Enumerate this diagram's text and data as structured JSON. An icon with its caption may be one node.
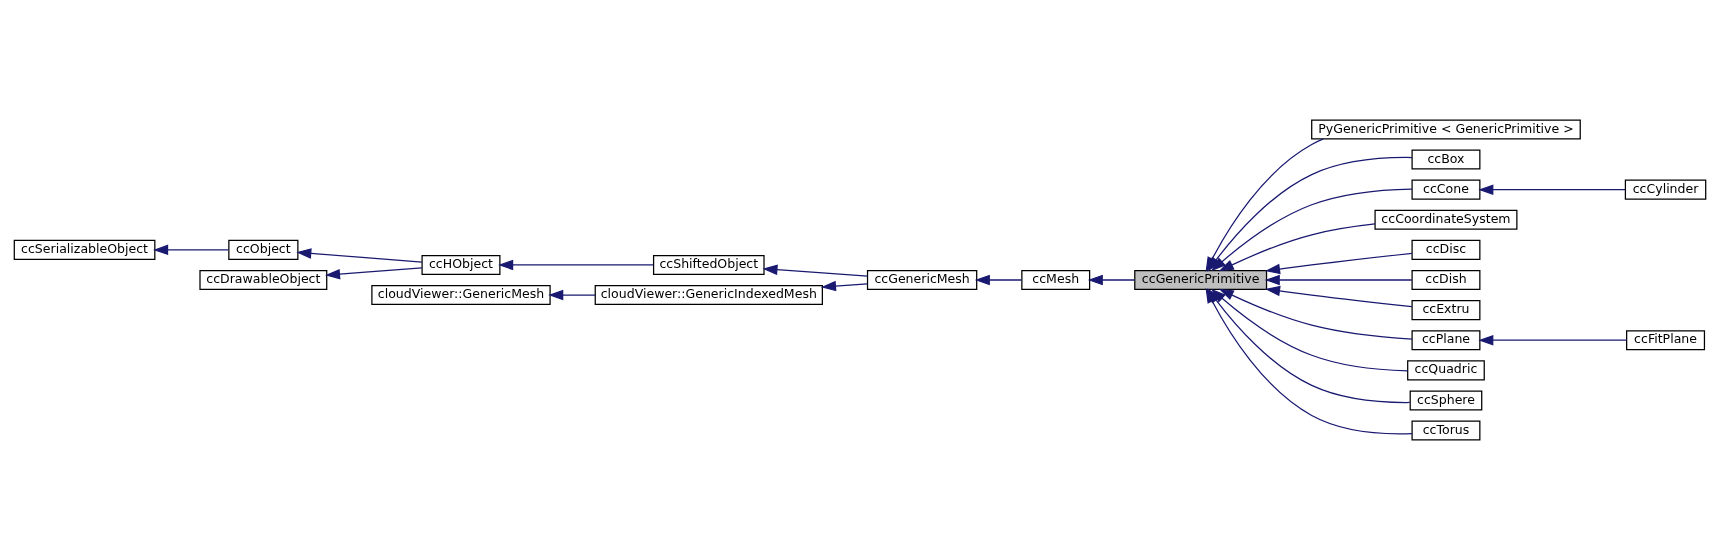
{
  "diagram": {
    "nodes": [
      {
        "text": [
          "ccSerializableObject"
        ]
      },
      {
        "text": [
          "ccObject"
        ]
      },
      {
        "text": [
          "ccDrawableObject"
        ]
      },
      {
        "text": [
          "ccHObject"
        ]
      },
      {
        "text": [
          "cloudViewer::GenericMesh"
        ]
      },
      {
        "text": [
          "cloudViewer::GenericIndexedMesh"
        ]
      },
      {
        "text": [
          "ccShiftedObject"
        ]
      },
      {
        "text": [
          "ccGenericMesh"
        ]
      },
      {
        "text": [
          "ccMesh"
        ]
      },
      {
        "text": [
          "ccGenericPrimitive"
        ]
      },
      {
        "text": [
          "PyGenericPrimitive < GenericPrimitive >"
        ]
      },
      {
        "text": [
          "ccBox"
        ]
      },
      {
        "text": [
          "ccCone"
        ]
      },
      {
        "text": [
          "ccCylinder"
        ]
      },
      {
        "text": [
          "ccCoordinateSystem"
        ]
      },
      {
        "text": [
          "ccDisc"
        ]
      },
      {
        "text": [
          "ccDish"
        ]
      },
      {
        "text": [
          "ccExtru"
        ]
      },
      {
        "text": [
          "ccPlane"
        ]
      },
      {
        "text": [
          "ccFitPlane"
        ]
      },
      {
        "text": [
          "ccQuadric"
        ]
      },
      {
        "text": [
          "ccSphere"
        ]
      },
      {
        "text": [
          "ccTorus"
        ]
      }
    ],
    "edges": [
      {
        "from": 1,
        "to": 0,
        "arrow": "to"
      },
      {
        "from": 3,
        "to": 1,
        "arrow": "to"
      },
      {
        "from": 3,
        "to": 2,
        "arrow": "to"
      },
      {
        "from": 5,
        "to": 4,
        "arrow": "to"
      },
      {
        "from": 6,
        "to": 3,
        "arrow": "to"
      },
      {
        "from": 7,
        "to": 5,
        "arrow": "to"
      },
      {
        "from": 7,
        "to": 6,
        "arrow": "to"
      },
      {
        "from": 8,
        "to": 7,
        "arrow": "to"
      },
      {
        "from": 9,
        "to": 8,
        "arrow": "to"
      },
      {
        "from": 10,
        "to": 9,
        "arrow": "to"
      },
      {
        "from": 11,
        "to": 9,
        "arrow": "to"
      },
      {
        "from": 12,
        "to": 9,
        "arrow": "to"
      },
      {
        "from": 13,
        "to": 12,
        "arrow": "to"
      },
      {
        "from": 14,
        "to": 9,
        "arrow": "to"
      },
      {
        "from": 15,
        "to": 9,
        "arrow": "to"
      },
      {
        "from": 16,
        "to": 9,
        "arrow": "to"
      },
      {
        "from": 17,
        "to": 9,
        "arrow": "to"
      },
      {
        "from": 18,
        "to": 9,
        "arrow": "to"
      },
      {
        "from": 19,
        "to": 18,
        "arrow": "to"
      },
      {
        "from": 20,
        "to": 9,
        "arrow": "to"
      },
      {
        "from": 21,
        "to": 9,
        "arrow": "to"
      },
      {
        "from": 22,
        "to": 9,
        "arrow": "to"
      }
    ]
  }
}
